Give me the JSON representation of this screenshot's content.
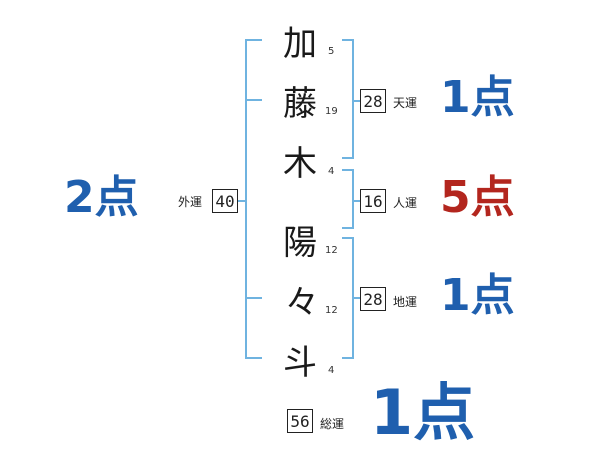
{
  "name": {
    "characters": [
      {
        "char": "加",
        "strokes": "5"
      },
      {
        "char": "藤",
        "strokes": "19"
      },
      {
        "char": "木",
        "strokes": "4"
      },
      {
        "char": "陽",
        "strokes": "12"
      },
      {
        "char": "々",
        "strokes": "12"
      },
      {
        "char": "斗",
        "strokes": "4"
      }
    ]
  },
  "fortunes": {
    "gaiun": {
      "label": "外運",
      "value": "40",
      "score": "2点",
      "color": "#1f5fae"
    },
    "tenun": {
      "label": "天運",
      "value": "28",
      "score": "1点",
      "color": "#1f5fae"
    },
    "jinun": {
      "label": "人運",
      "value": "16",
      "score": "5点",
      "color": "#b3261e"
    },
    "chiun": {
      "label": "地運",
      "value": "28",
      "score": "1点",
      "color": "#1f5fae"
    },
    "souun": {
      "label": "総運",
      "value": "56",
      "score": "1点",
      "color": "#1f5fae"
    }
  },
  "colors": {
    "bracket": "#6fb3e0"
  }
}
